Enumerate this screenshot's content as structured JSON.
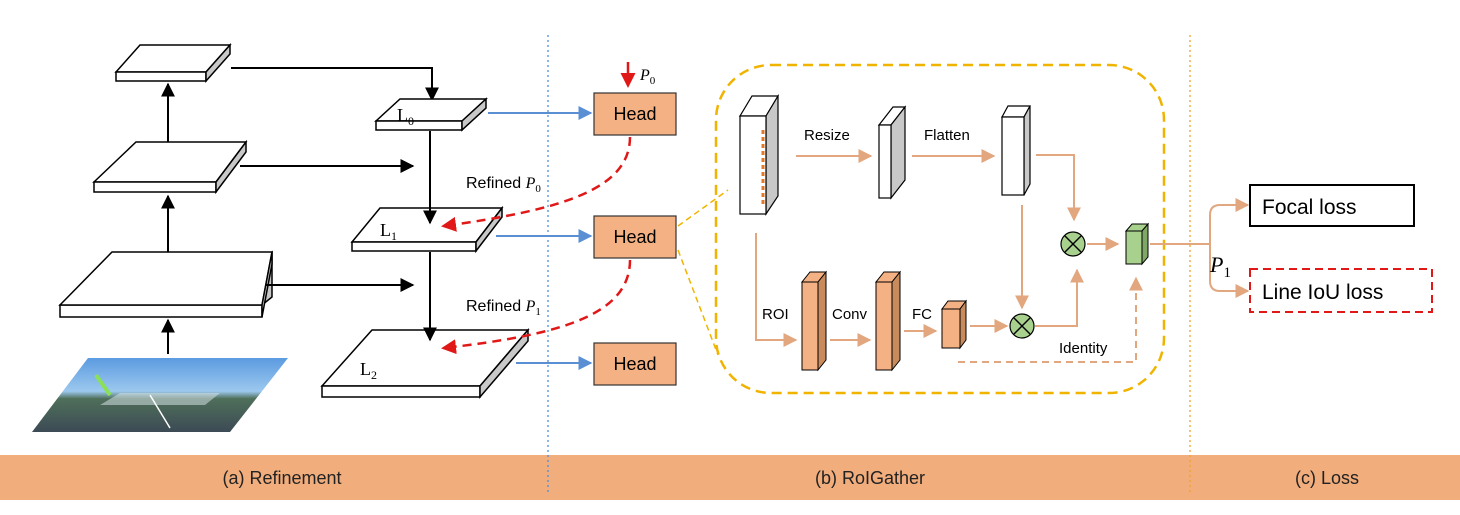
{
  "sections": {
    "a": "(a) Refinement",
    "b": "(b) RoIGather",
    "c": "(c) Loss"
  },
  "levels": {
    "l0": "L",
    "l0_sub": "0",
    "l1": "L",
    "l1_sub": "1",
    "l2": "L",
    "l2_sub": "2"
  },
  "heads": [
    "Head",
    "Head",
    "Head"
  ],
  "p0": {
    "main": "P",
    "sub": "0"
  },
  "refined": [
    {
      "text": "Refined ",
      "p": "P",
      "sub": "0"
    },
    {
      "text": "Refined ",
      "p": "P",
      "sub": "1"
    }
  ],
  "roigather": {
    "resize": "Resize",
    "flatten": "Flatten",
    "roi": "ROI",
    "conv": "Conv",
    "fc": "FC",
    "identity": "Identity"
  },
  "loss": {
    "p1": "P",
    "p1_sub": "1",
    "focal": "Focal loss",
    "line_iou": "Line IoU loss"
  },
  "colors": {
    "band": "#f2ad7c",
    "head_fill": "#f4b183",
    "arrow_blue": "#5b8fd4",
    "arrow_red": "#e01818",
    "arrow_tan": "#e2a77f",
    "gold": "#f0b400",
    "green": "#a9d18e",
    "divider_blue": "#4a90d9",
    "divider_orange": "#f0a030"
  }
}
